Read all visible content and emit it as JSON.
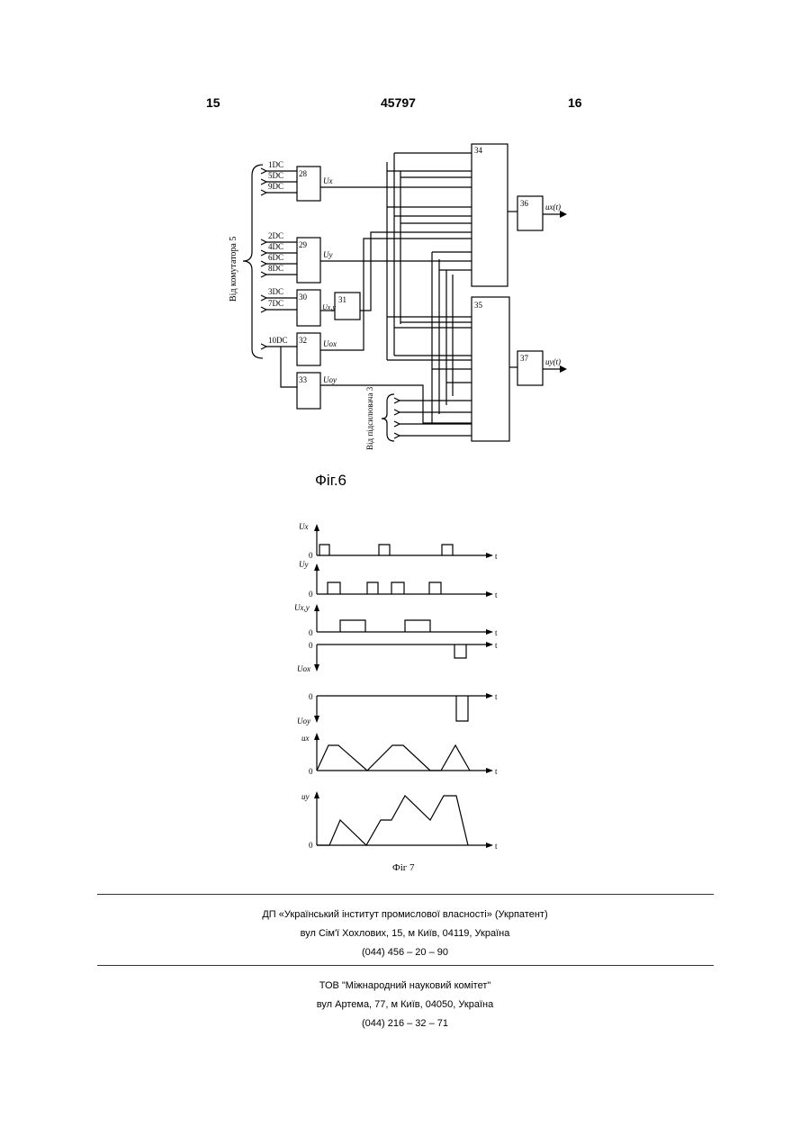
{
  "header": {
    "page_left": "15",
    "patent_number": "45797",
    "page_right": "16"
  },
  "fig6": {
    "caption": "Фіг.6",
    "side_label_left": "Від комутатора 5",
    "side_label_right": "Від підсилювача 3",
    "inputs_a": [
      "1DC",
      "5DC",
      "9DC"
    ],
    "inputs_b": [
      "2DC",
      "4DC",
      "6DC",
      "8DC"
    ],
    "inputs_c": [
      "3DC",
      "7DC"
    ],
    "input_d": "10DC",
    "blocks": [
      "28",
      "29",
      "30",
      "31",
      "32",
      "33",
      "34",
      "35",
      "36",
      "37"
    ],
    "signals": [
      "Ux",
      "Uy",
      "Ux,y",
      "Uox",
      "Uoy"
    ],
    "outputs": [
      "ux(t)",
      "uy(t)"
    ]
  },
  "fig7": {
    "caption": "Фіг 7",
    "axis_t": "t",
    "zero": "0",
    "traces": [
      "Ux",
      "Uy",
      "Ux,y",
      "Uox",
      "Uoy",
      "ux",
      "uy"
    ]
  },
  "footer": {
    "org1": "ДП «Український інститут промислової власності» (Укрпатент)",
    "addr1": "вул  Сім'ї Хохлових, 15, м  Київ, 04119, Україна",
    "phone1": "(044) 456 – 20 –  90",
    "org2": "ТОВ \"Міжнародний науковий комітет\"",
    "addr2": "вул  Артема, 77, м  Київ, 04050, Україна",
    "phone2": "(044) 216 – 32 – 71"
  }
}
